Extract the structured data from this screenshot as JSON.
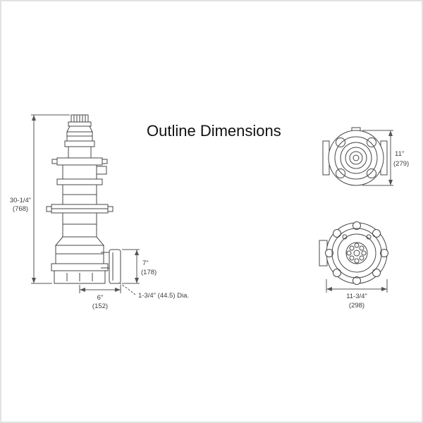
{
  "title": "Outline Dimensions",
  "side_view": {
    "overall_height_in": "30-1/4\"",
    "overall_height_mm": "(768)",
    "base_width_in": "6\"",
    "base_width_mm": "(152)",
    "discharge_height_in": "7\"",
    "discharge_height_mm": "(178)",
    "discharge_dia_note": "1-3/4\" (44.5) Dia."
  },
  "end_view_motor": {
    "od_in": "11\"",
    "od_mm": "(279)"
  },
  "end_view_pump": {
    "od_in": "11-3/4\"",
    "od_mm": "(298)"
  }
}
